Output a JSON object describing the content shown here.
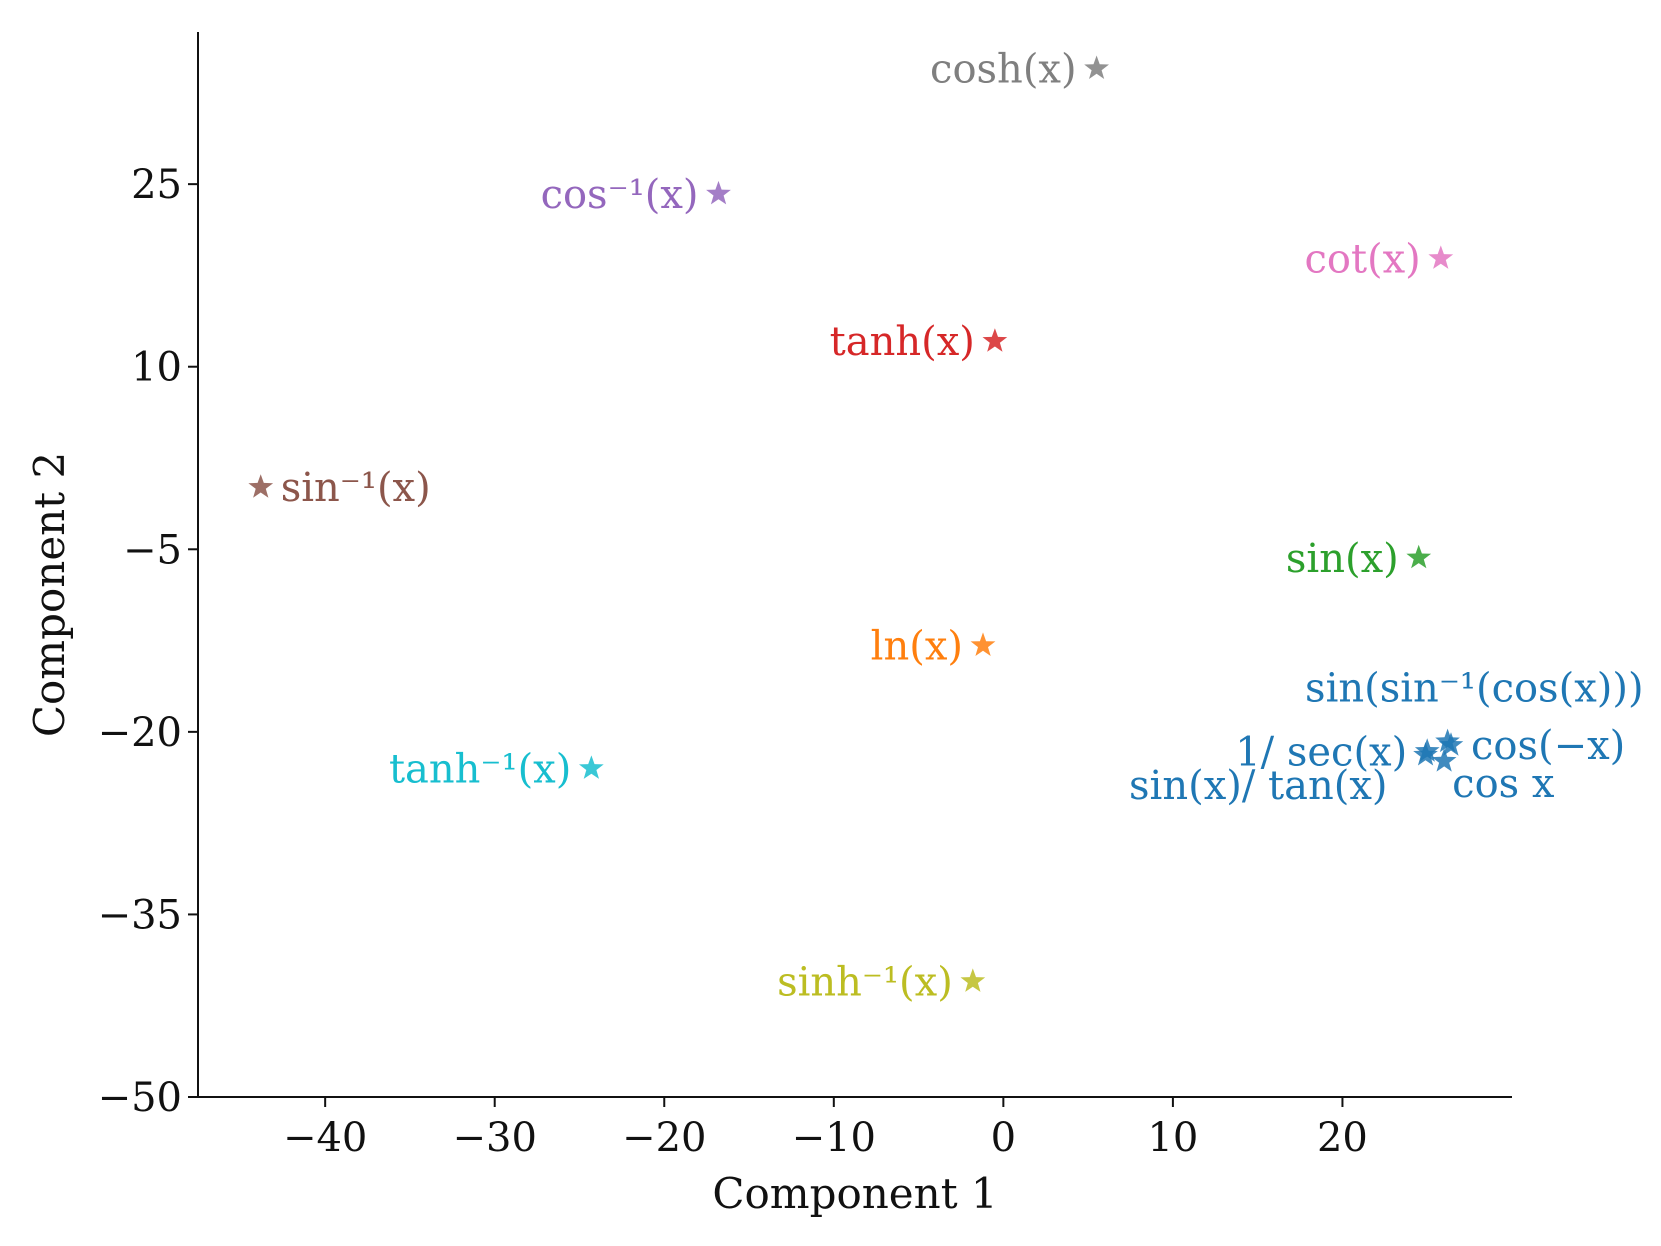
{
  "chart_data": {
    "type": "scatter",
    "xlabel": "Component 1",
    "ylabel": "Component 2",
    "xlim": [
      -47.5,
      30
    ],
    "ylim": [
      -50,
      37.5
    ],
    "xticks": [
      -40,
      -30,
      -20,
      -10,
      0,
      10,
      20
    ],
    "xtick_labels": [
      "−40",
      "−30",
      "−20",
      "−10",
      "0",
      "10",
      "20"
    ],
    "yticks": [
      -50,
      -35,
      -20,
      -5,
      10,
      25
    ],
    "ytick_labels": [
      "−50",
      "−35",
      "−20",
      "−5",
      "10",
      "25"
    ],
    "grid": false,
    "marker": "star",
    "points": [
      {
        "label": "cosh(x)",
        "x": 5.5,
        "y": 34.5,
        "color": "#7f7f7f",
        "label_side": "left"
      },
      {
        "label": "cos⁻¹(x)",
        "x": -16.8,
        "y": 24.2,
        "color": "#9467bd",
        "label_side": "left"
      },
      {
        "label": "cot(x)",
        "x": 25.8,
        "y": 18.9,
        "color": "#e377c2",
        "label_side": "left"
      },
      {
        "label": "tanh(x)",
        "x": -0.5,
        "y": 12.1,
        "color": "#d62728",
        "label_side": "left"
      },
      {
        "label": "sin⁻¹(x)",
        "x": -43.8,
        "y": 0.1,
        "color": "#8c564b",
        "label_side": "right"
      },
      {
        "label": "sin(x)",
        "x": 24.5,
        "y": -5.7,
        "color": "#2ca02c",
        "label_side": "left"
      },
      {
        "label": "ln(x)",
        "x": -1.2,
        "y": -12.9,
        "color": "#ff7f0e",
        "label_side": "left"
      },
      {
        "label": "sin(sin⁻¹(cos(x)))",
        "x": 26.2,
        "y": -20.8,
        "color": "#1f77b4",
        "label_side": "above"
      },
      {
        "label": "cos(−x)",
        "x": 26.4,
        "y": -21.1,
        "color": "#1f77b4",
        "label_side": "right"
      },
      {
        "label": "1/ sec(x)",
        "x": 25.0,
        "y": -21.6,
        "color": "#1f77b4",
        "label_side": "left"
      },
      {
        "label": "cos x",
        "x": 26.0,
        "y": -22.4,
        "color": "#1f77b4",
        "label_side": "below-right"
      },
      {
        "label": "sin(x)/ tan(x)",
        "x": 24.9,
        "y": -21.9,
        "color": "#1f77b4",
        "label_side": "below-left"
      },
      {
        "label": "tanh⁻¹(x)",
        "x": -24.3,
        "y": -23.0,
        "color": "#17becf",
        "label_side": "left"
      },
      {
        "label": "sinh⁻¹(x)",
        "x": -1.8,
        "y": -40.5,
        "color": "#bcbd22",
        "label_side": "left"
      }
    ]
  }
}
